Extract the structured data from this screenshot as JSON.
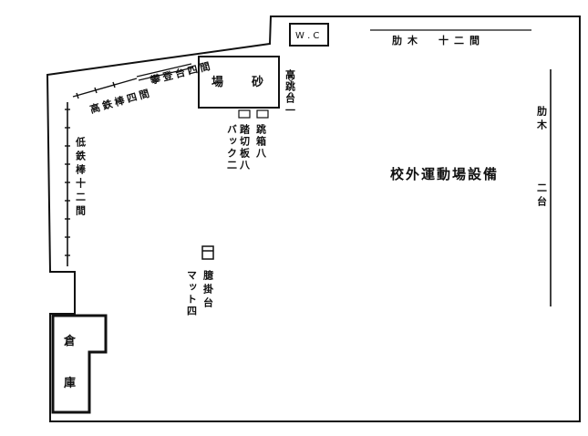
{
  "colors": {
    "ink": "#111111",
    "paper": "#ffffff"
  },
  "labels": {
    "wc": "W . C",
    "west_equip": "肋木　十二間",
    "sandpit_a": "砂",
    "sandpit_b": "場",
    "high_bar": "高跳台一",
    "horizontal_bar": "攀登台四間",
    "parallel_bars": "高鉄棒四間",
    "iron_ladder": "低鉄棒十二間",
    "steel_box": "跳箱八",
    "beam_board": "踏切板八",
    "buck": "バック二",
    "batons": "肋木",
    "two_units": "二台",
    "title": "校外運動場設備",
    "hurdle": "臆掛台",
    "mats": "マット四",
    "storehouse_a": "倉",
    "storehouse_b": "庫"
  }
}
